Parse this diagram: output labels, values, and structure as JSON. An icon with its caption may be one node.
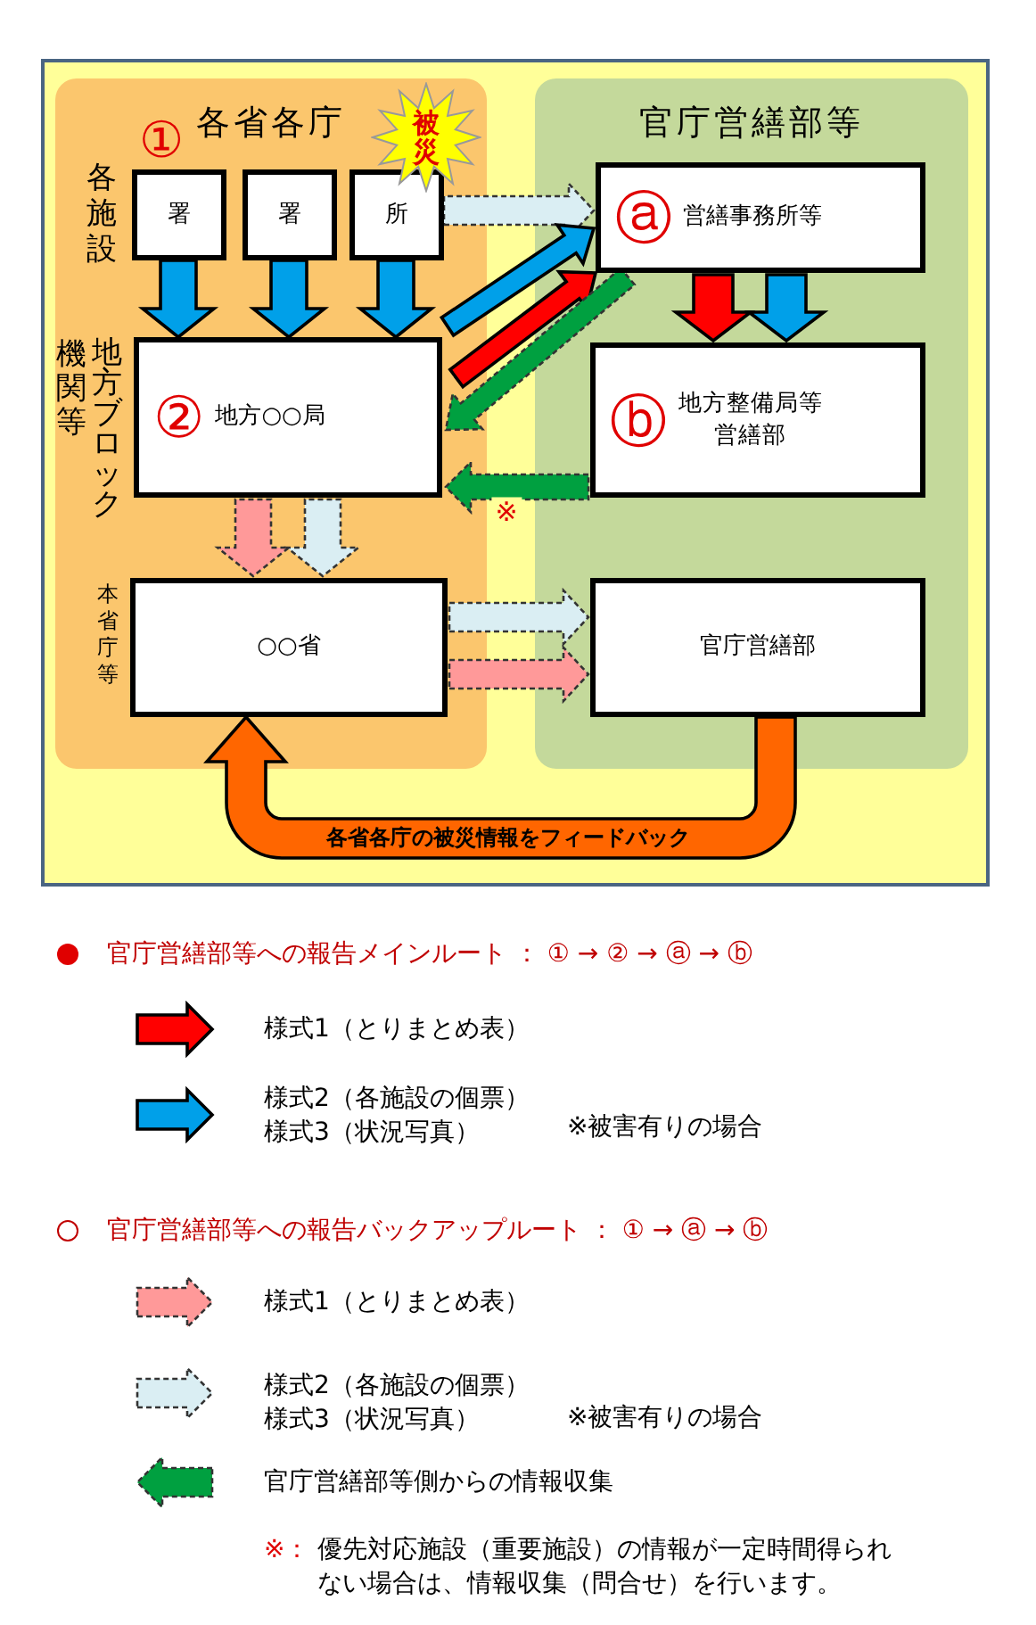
{
  "diagram": {
    "nodes": [
      {
        "text": [
          "各省各庁"
        ]
      },
      {
        "text": [
          "署"
        ],
        "in": 0,
        "beside": [
          "①"
        ]
      },
      {
        "text": [
          "署"
        ],
        "in": 0
      },
      {
        "text": [
          "所"
        ],
        "in": 0
      },
      {
        "text": [
          "被災"
        ],
        "in": 0
      },
      {
        "text": [
          "②",
          "地方○○局"
        ],
        "in": 0
      },
      {
        "text": [
          "○○省"
        ],
        "in": 0
      },
      {
        "text": [
          "官庁営繕部等"
        ]
      },
      {
        "text": [
          "ⓐ",
          "営繕事務所等"
        ],
        "in": 7
      },
      {
        "text": [
          "ⓑ",
          "地方整備局等営繕部"
        ],
        "in": 7
      },
      {
        "text": [
          "官庁営繕部"
        ],
        "in": 7
      }
    ],
    "edges": [
      {
        "from": 1,
        "to": 5,
        "arrow": "to",
        "color": "#00a0e9"
      },
      {
        "from": 2,
        "to": 5,
        "arrow": "to",
        "color": "#00a0e9"
      },
      {
        "from": 3,
        "to": 5,
        "arrow": "to",
        "color": "#00a0e9"
      },
      {
        "from": 3,
        "to": 8,
        "arrow": "to",
        "style": "dashed",
        "color": "#daeef3"
      },
      {
        "from": 5,
        "to": 8,
        "arrow": "to",
        "color": "#00a0e9"
      },
      {
        "from": 5,
        "to": 8,
        "arrow": "to",
        "color": "#ff0000"
      },
      {
        "from": 8,
        "to": 5,
        "arrow": "to",
        "style": "dashed",
        "color": "#00a040"
      },
      {
        "from": 9,
        "to": 5,
        "arrow": "to",
        "style": "dashed",
        "color": "#00a040",
        "label": "※"
      },
      {
        "from": 8,
        "to": 9,
        "arrow": "to",
        "color": "#ff0000"
      },
      {
        "from": 8,
        "to": 9,
        "arrow": "to",
        "color": "#00a0e9"
      },
      {
        "from": 5,
        "to": 6,
        "arrow": "to",
        "style": "dashed",
        "color": "#ff9999"
      },
      {
        "from": 5,
        "to": 6,
        "arrow": "to",
        "style": "dashed",
        "color": "#daeef3"
      },
      {
        "from": 6,
        "to": 10,
        "arrow": "to",
        "style": "dashed",
        "color": "#daeef3"
      },
      {
        "from": 6,
        "to": 10,
        "arrow": "to",
        "style": "dashed",
        "color": "#ff9999"
      },
      {
        "from": 10,
        "to": 6,
        "arrow": "to",
        "color": "#ff6600",
        "label": "各省各庁の被災情報をフィードバック"
      }
    ],
    "labels": [
      "各施設",
      "地方ブロック",
      "機関等",
      "本省庁等",
      "官庁営繕部等への報告メインルート ： ① → ② → ⓐ → ⓑ",
      "※被害有りの場合",
      "官庁営繕部等への報告バックアップルート ： ① → ⓐ → ⓑ",
      "※被害有りの場合",
      "※：",
      "優先対応施設（重要施設）の情報が一定時間得られない場合は、情報収集（問合せ）を行います。"
    ],
    "legend": [
      {
        "text": "様式1（とりまとめ表）"
      },
      {
        "text": "様式2（各施設の個票）様式3（状況写真）"
      },
      {
        "text": "様式1（とりまとめ表）"
      },
      {
        "text": "様式2（各施設の個票）様式3（状況写真）"
      },
      {
        "text": "官庁営繕部等側からの情報収集"
      }
    ]
  }
}
